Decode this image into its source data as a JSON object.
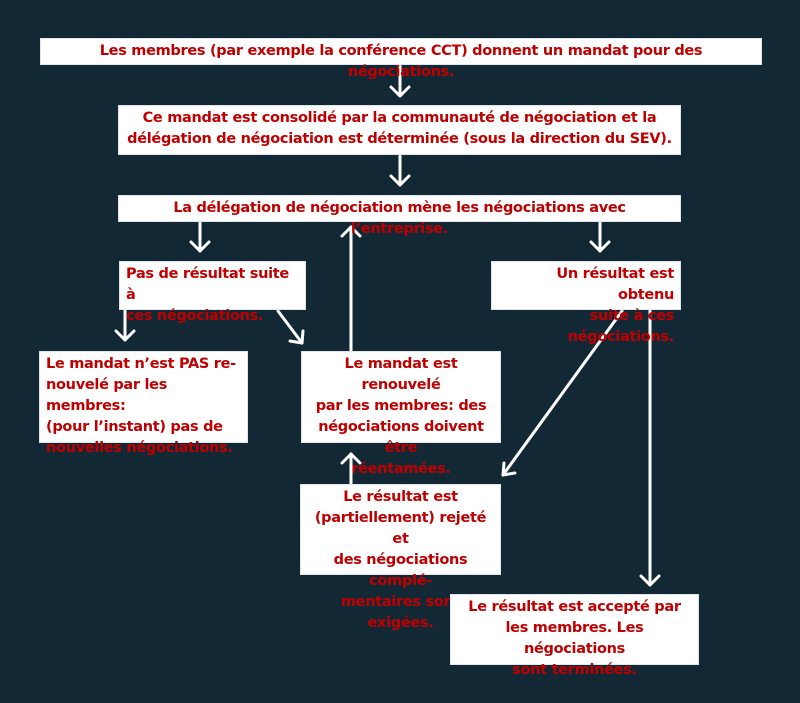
{
  "diagram": {
    "title": "Processus de négociation",
    "colors": {
      "background": "#132835",
      "box": "#ffffff",
      "text": "#c00000",
      "arrow": "#ffffff"
    },
    "nodes": {
      "mandate": "Les membres (par exemple la conférence CCT) donnent un mandat pour des négociations.",
      "consolidate_1": "Ce mandat est consolidé par la communauté de négociation et la",
      "consolidate_2": "délégation de négociation est déterminée (sous la direction du SEV).",
      "negotiate": "La délégation de négociation mène les négociations avec l’entreprise.",
      "no_result_1": "Pas de résultat suite à",
      "no_result_2": "ces négociations.",
      "result_1": "Un résultat est obtenu",
      "result_2": "suite à ces négociations.",
      "not_renewed_1": "Le mandat n’est PAS re-",
      "not_renewed_2": "nouvelé par les membres:",
      "not_renewed_3": "(pour l’instant) pas de",
      "not_renewed_4": "nouvelles négociations.",
      "renewed_1": "Le mandat est renouvelé",
      "renewed_2": "par les membres: des",
      "renewed_3": "négociations doivent être",
      "renewed_4": "réentamées.",
      "rejected_1": "Le résultat est",
      "rejected_2": "(partiellement) rejeté et",
      "rejected_3": "des négociations complé-",
      "rejected_4": "mentaires sont exigées.",
      "accepted_1": "Le résultat est accepté par",
      "accepted_2": "les membres. Les négociations",
      "accepted_3": "sont terminées."
    },
    "edges": [
      {
        "from": "mandate",
        "to": "consolidate"
      },
      {
        "from": "consolidate",
        "to": "negotiate"
      },
      {
        "from": "negotiate",
        "to": "no_result"
      },
      {
        "from": "negotiate",
        "to": "result"
      },
      {
        "from": "no_result",
        "to": "not_renewed"
      },
      {
        "from": "no_result",
        "to": "renewed"
      },
      {
        "from": "renewed",
        "to": "negotiate"
      },
      {
        "from": "result",
        "to": "rejected"
      },
      {
        "from": "result",
        "to": "accepted"
      },
      {
        "from": "rejected",
        "to": "renewed"
      }
    ]
  }
}
